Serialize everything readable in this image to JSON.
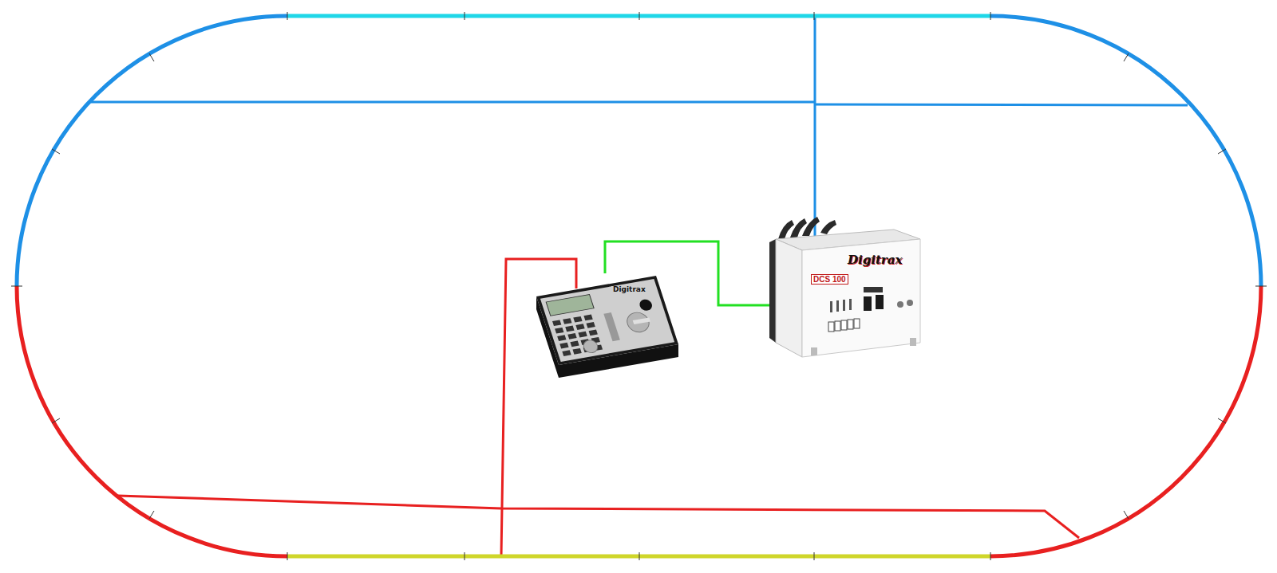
{
  "diagram": {
    "nodes": [
      {
        "text": [
          "Digitrax"
        ]
      },
      {
        "text": [
          "DCS 100",
          "Digitrax"
        ]
      }
    ],
    "edges": [
      {
        "from": 0,
        "to": 1,
        "arrow": "none"
      }
    ]
  }
}
